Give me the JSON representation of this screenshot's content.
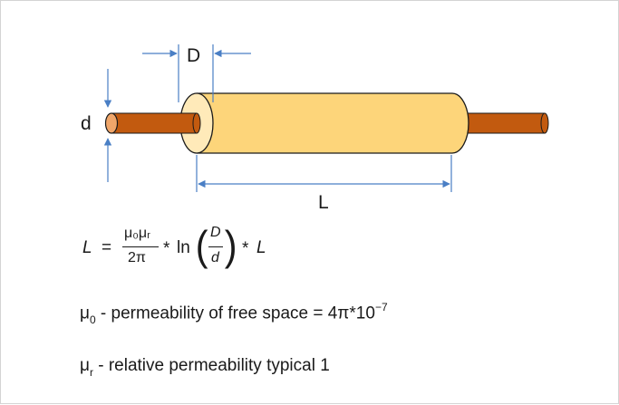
{
  "diagram": {
    "label_d": "d",
    "label_D": "D",
    "label_L": "L",
    "colors": {
      "outer_fill": "#fdd57a",
      "outer_stroke": "#1a1a1a",
      "end_face": "#ffeab9",
      "conductor": "#c25a0f",
      "conductor_end": "#f0a66a",
      "dimension": "#4a7fc5"
    }
  },
  "formula": {
    "lhs": "L",
    "equals": "=",
    "numerator": "μ₀μᵣ",
    "denominator": "2π",
    "times1": "*",
    "ln": "ln",
    "frac_num": "D",
    "frac_den": "d",
    "times2": "*",
    "rhs": "L"
  },
  "definitions": {
    "mu0": {
      "symbol": "μ",
      "sub": "0",
      "text": " - permeability of free space = 4π*10",
      "exp": "−7"
    },
    "mur": {
      "symbol": "μ",
      "sub": "r",
      "text": " - relative permeability typical 1"
    }
  }
}
